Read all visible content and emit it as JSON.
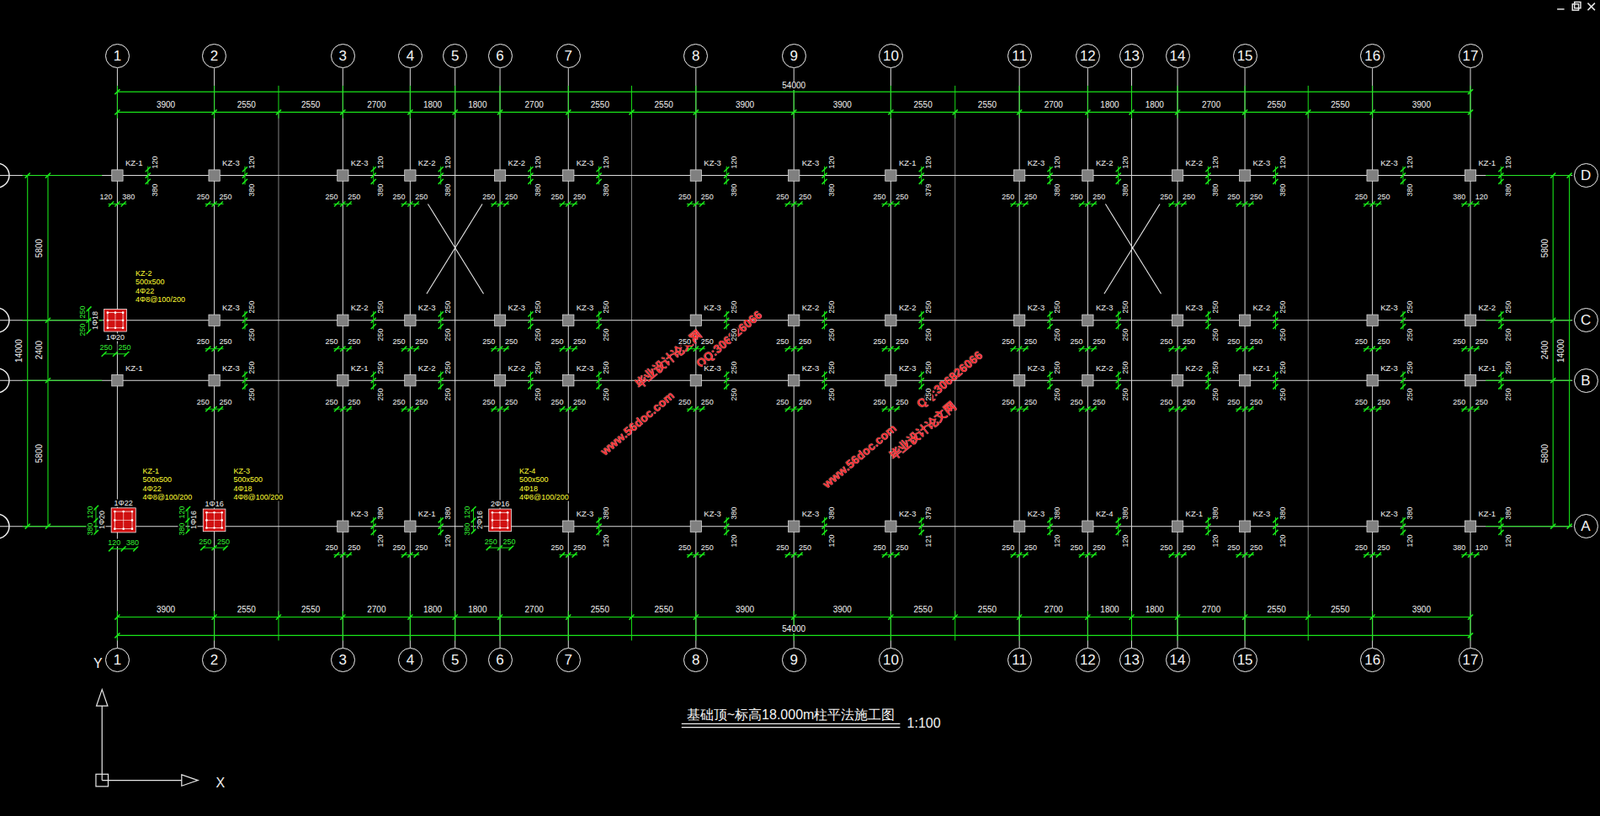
{
  "diagram": {
    "title": "基础顶~标高18.000m柱平法施工图",
    "nodes": [
      {
        "text": [
          "1"
        ]
      },
      {
        "text": [
          "2"
        ]
      },
      {
        "text": [
          "3"
        ]
      },
      {
        "text": [
          "4"
        ]
      },
      {
        "text": [
          "5"
        ]
      },
      {
        "text": [
          "6"
        ]
      },
      {
        "text": [
          "7"
        ]
      },
      {
        "text": [
          "8"
        ]
      },
      {
        "text": [
          "9"
        ]
      },
      {
        "text": [
          "10"
        ]
      },
      {
        "text": [
          "11"
        ]
      },
      {
        "text": [
          "12"
        ]
      },
      {
        "text": [
          "13"
        ]
      },
      {
        "text": [
          "14"
        ]
      },
      {
        "text": [
          "15"
        ]
      },
      {
        "text": [
          "16"
        ]
      },
      {
        "text": [
          "17"
        ]
      },
      {
        "text": [
          "1"
        ]
      },
      {
        "text": [
          "2"
        ]
      },
      {
        "text": [
          "3"
        ]
      },
      {
        "text": [
          "4"
        ]
      },
      {
        "text": [
          "5"
        ]
      },
      {
        "text": [
          "6"
        ]
      },
      {
        "text": [
          "7"
        ]
      },
      {
        "text": [
          "8"
        ]
      },
      {
        "text": [
          "9"
        ]
      },
      {
        "text": [
          "10"
        ]
      },
      {
        "text": [
          "11"
        ]
      },
      {
        "text": [
          "12"
        ]
      },
      {
        "text": [
          "13"
        ]
      },
      {
        "text": [
          "14"
        ]
      },
      {
        "text": [
          "15"
        ]
      },
      {
        "text": [
          "16"
        ]
      },
      {
        "text": [
          "17"
        ]
      },
      {
        "text": [
          "D"
        ]
      },
      {
        "text": [
          "C"
        ]
      },
      {
        "text": [
          "B"
        ]
      },
      {
        "text": [
          "A"
        ]
      }
    ],
    "edges": [
      {
        "from": 0,
        "to": 17,
        "arrow": "none"
      },
      {
        "from": 1,
        "to": 18,
        "arrow": "none"
      },
      {
        "from": 2,
        "to": 19,
        "arrow": "none"
      },
      {
        "from": 3,
        "to": 20,
        "arrow": "none"
      },
      {
        "from": 4,
        "to": 21,
        "arrow": "none"
      },
      {
        "from": 5,
        "to": 22,
        "arrow": "none"
      },
      {
        "from": 6,
        "to": 23,
        "arrow": "none"
      },
      {
        "from": 7,
        "to": 24,
        "arrow": "none"
      },
      {
        "from": 8,
        "to": 25,
        "arrow": "none"
      },
      {
        "from": 9,
        "to": 26,
        "arrow": "none"
      },
      {
        "from": 10,
        "to": 27,
        "arrow": "none"
      },
      {
        "from": 11,
        "to": 28,
        "arrow": "none"
      },
      {
        "from": 12,
        "to": 29,
        "arrow": "none"
      },
      {
        "from": 13,
        "to": 30,
        "arrow": "none"
      },
      {
        "from": 14,
        "to": 31,
        "arrow": "none"
      },
      {
        "from": 15,
        "to": 32,
        "arrow": "none"
      },
      {
        "from": 16,
        "to": 33,
        "arrow": "none"
      }
    ],
    "labels": [
      "54000",
      "3900",
      "2550",
      "2550",
      "2700",
      "1800",
      "1800",
      "2700",
      "2550",
      "2550",
      "3900",
      "3900",
      "2550",
      "2550",
      "2700",
      "1800",
      "1800",
      "2700",
      "2550",
      "2550",
      "3900",
      "3900",
      "2550",
      "2550",
      "2700",
      "1800",
      "1800",
      "2700",
      "2550",
      "2550",
      "3900",
      "3900",
      "2550",
      "2550",
      "2700",
      "1800",
      "1800",
      "2700",
      "2550",
      "2550",
      "3900",
      "54000",
      "14000",
      "5800",
      "2400",
      "5800",
      "5800",
      "2400",
      "5800",
      "14000",
      "KZ-1",
      "120",
      "380",
      "120",
      "380",
      "KZ-3",
      "120",
      "380",
      "250",
      "250",
      "KZ-3",
      "120",
      "380",
      "250",
      "250",
      "KZ-2",
      "120",
      "380",
      "250",
      "250",
      "KZ-2",
      "120",
      "380",
      "250",
      "250",
      "KZ-3",
      "120",
      "380",
      "250",
      "250",
      "KZ-3",
      "120",
      "380",
      "250",
      "250",
      "KZ-3",
      "120",
      "380",
      "250",
      "250",
      "KZ-1",
      "120",
      "379",
      "250",
      "250",
      "KZ-3",
      "120",
      "380",
      "250",
      "250",
      "KZ-2",
      "120",
      "380",
      "250",
      "250",
      "KZ-2",
      "120",
      "380",
      "250",
      "250",
      "KZ-3",
      "120",
      "380",
      "250",
      "250",
      "KZ-3",
      "120",
      "380",
      "250",
      "250",
      "KZ-1",
      "120",
      "380",
      "380",
      "120",
      "KZ-3",
      "250",
      "250",
      "250",
      "250",
      "KZ-2",
      "250",
      "250",
      "250",
      "250",
      "KZ-3",
      "250",
      "250",
      "250",
      "250",
      "KZ-3",
      "250",
      "250",
      "250",
      "250",
      "KZ-3",
      "250",
      "250",
      "250",
      "250",
      "KZ-3",
      "250",
      "250",
      "250",
      "250",
      "KZ-2",
      "250",
      "250",
      "250",
      "250",
      "KZ-2",
      "250",
      "250",
      "250",
      "250",
      "KZ-3",
      "250",
      "250",
      "250",
      "250",
      "KZ-3",
      "250",
      "250",
      "250",
      "250",
      "KZ-3",
      "250",
      "250",
      "250",
      "250",
      "KZ-2",
      "250",
      "250",
      "250",
      "250",
      "KZ-3",
      "250",
      "250",
      "250",
      "250",
      "KZ-2",
      "250",
      "250",
      "250",
      "250",
      "KZ-1",
      "KZ-3",
      "250",
      "250",
      "250",
      "250",
      "KZ-1",
      "250",
      "250",
      "250",
      "250",
      "KZ-2",
      "250",
      "250",
      "250",
      "250",
      "KZ-2",
      "250",
      "250",
      "250",
      "250",
      "KZ-3",
      "250",
      "250",
      "250",
      "250",
      "KZ-3",
      "250",
      "250",
      "250",
      "250",
      "KZ-3",
      "250",
      "250",
      "250",
      "250",
      "KZ-3",
      "250",
      "250",
      "250",
      "250",
      "KZ-3",
      "250",
      "250",
      "250",
      "250",
      "KZ-2",
      "250",
      "250",
      "250",
      "250",
      "KZ-2",
      "250",
      "250",
      "250",
      "250",
      "KZ-1",
      "250",
      "250",
      "250",
      "250",
      "KZ-3",
      "250",
      "250",
      "250",
      "250",
      "KZ-1",
      "250",
      "250",
      "250",
      "250",
      "KZ-3",
      "380",
      "120",
      "250",
      "250",
      "KZ-1",
      "380",
      "120",
      "250",
      "250",
      "KZ-3",
      "380",
      "120",
      "250",
      "250",
      "KZ-3",
      "380",
      "120",
      "250",
      "250",
      "KZ-3",
      "380",
      "120",
      "250",
      "250",
      "KZ-3",
      "379",
      "121",
      "250",
      "250",
      "KZ-3",
      "380",
      "120",
      "250",
      "250",
      "KZ-4",
      "380",
      "120",
      "250",
      "250",
      "KZ-1",
      "380",
      "120",
      "250",
      "250",
      "KZ-3",
      "380",
      "120",
      "250",
      "250",
      "KZ-3",
      "380",
      "120",
      "250",
      "250",
      "KZ-1",
      "380",
      "120",
      "380",
      "120",
      "KZ-2",
      "500x500",
      "4Φ22",
      "4Φ8@100/200",
      "1Φ18",
      "1Φ20",
      "250",
      "250",
      "250",
      "250",
      "KZ-1",
      "500x500",
      "4Φ22",
      "4Φ8@100/200",
      "1Φ22",
      "1Φ20",
      "120",
      "380",
      "120",
      "380",
      "KZ-3",
      "500x500",
      "4Φ18",
      "4Φ8@100/200",
      "1Φ16",
      "1Φ16",
      "120",
      "380",
      "250",
      "250",
      "KZ-4",
      "500x500",
      "4Φ18",
      "4Φ8@100/200",
      "2Φ16",
      "2Φ16",
      "120",
      "380",
      "250",
      "250",
      "毕业设计论文网",
      "www.56doc.com",
      "QQ:306826066",
      "毕业设计论文网",
      "www.56doc.com",
      "QQ:306826066",
      "1:100",
      "X",
      "Y"
    ]
  }
}
